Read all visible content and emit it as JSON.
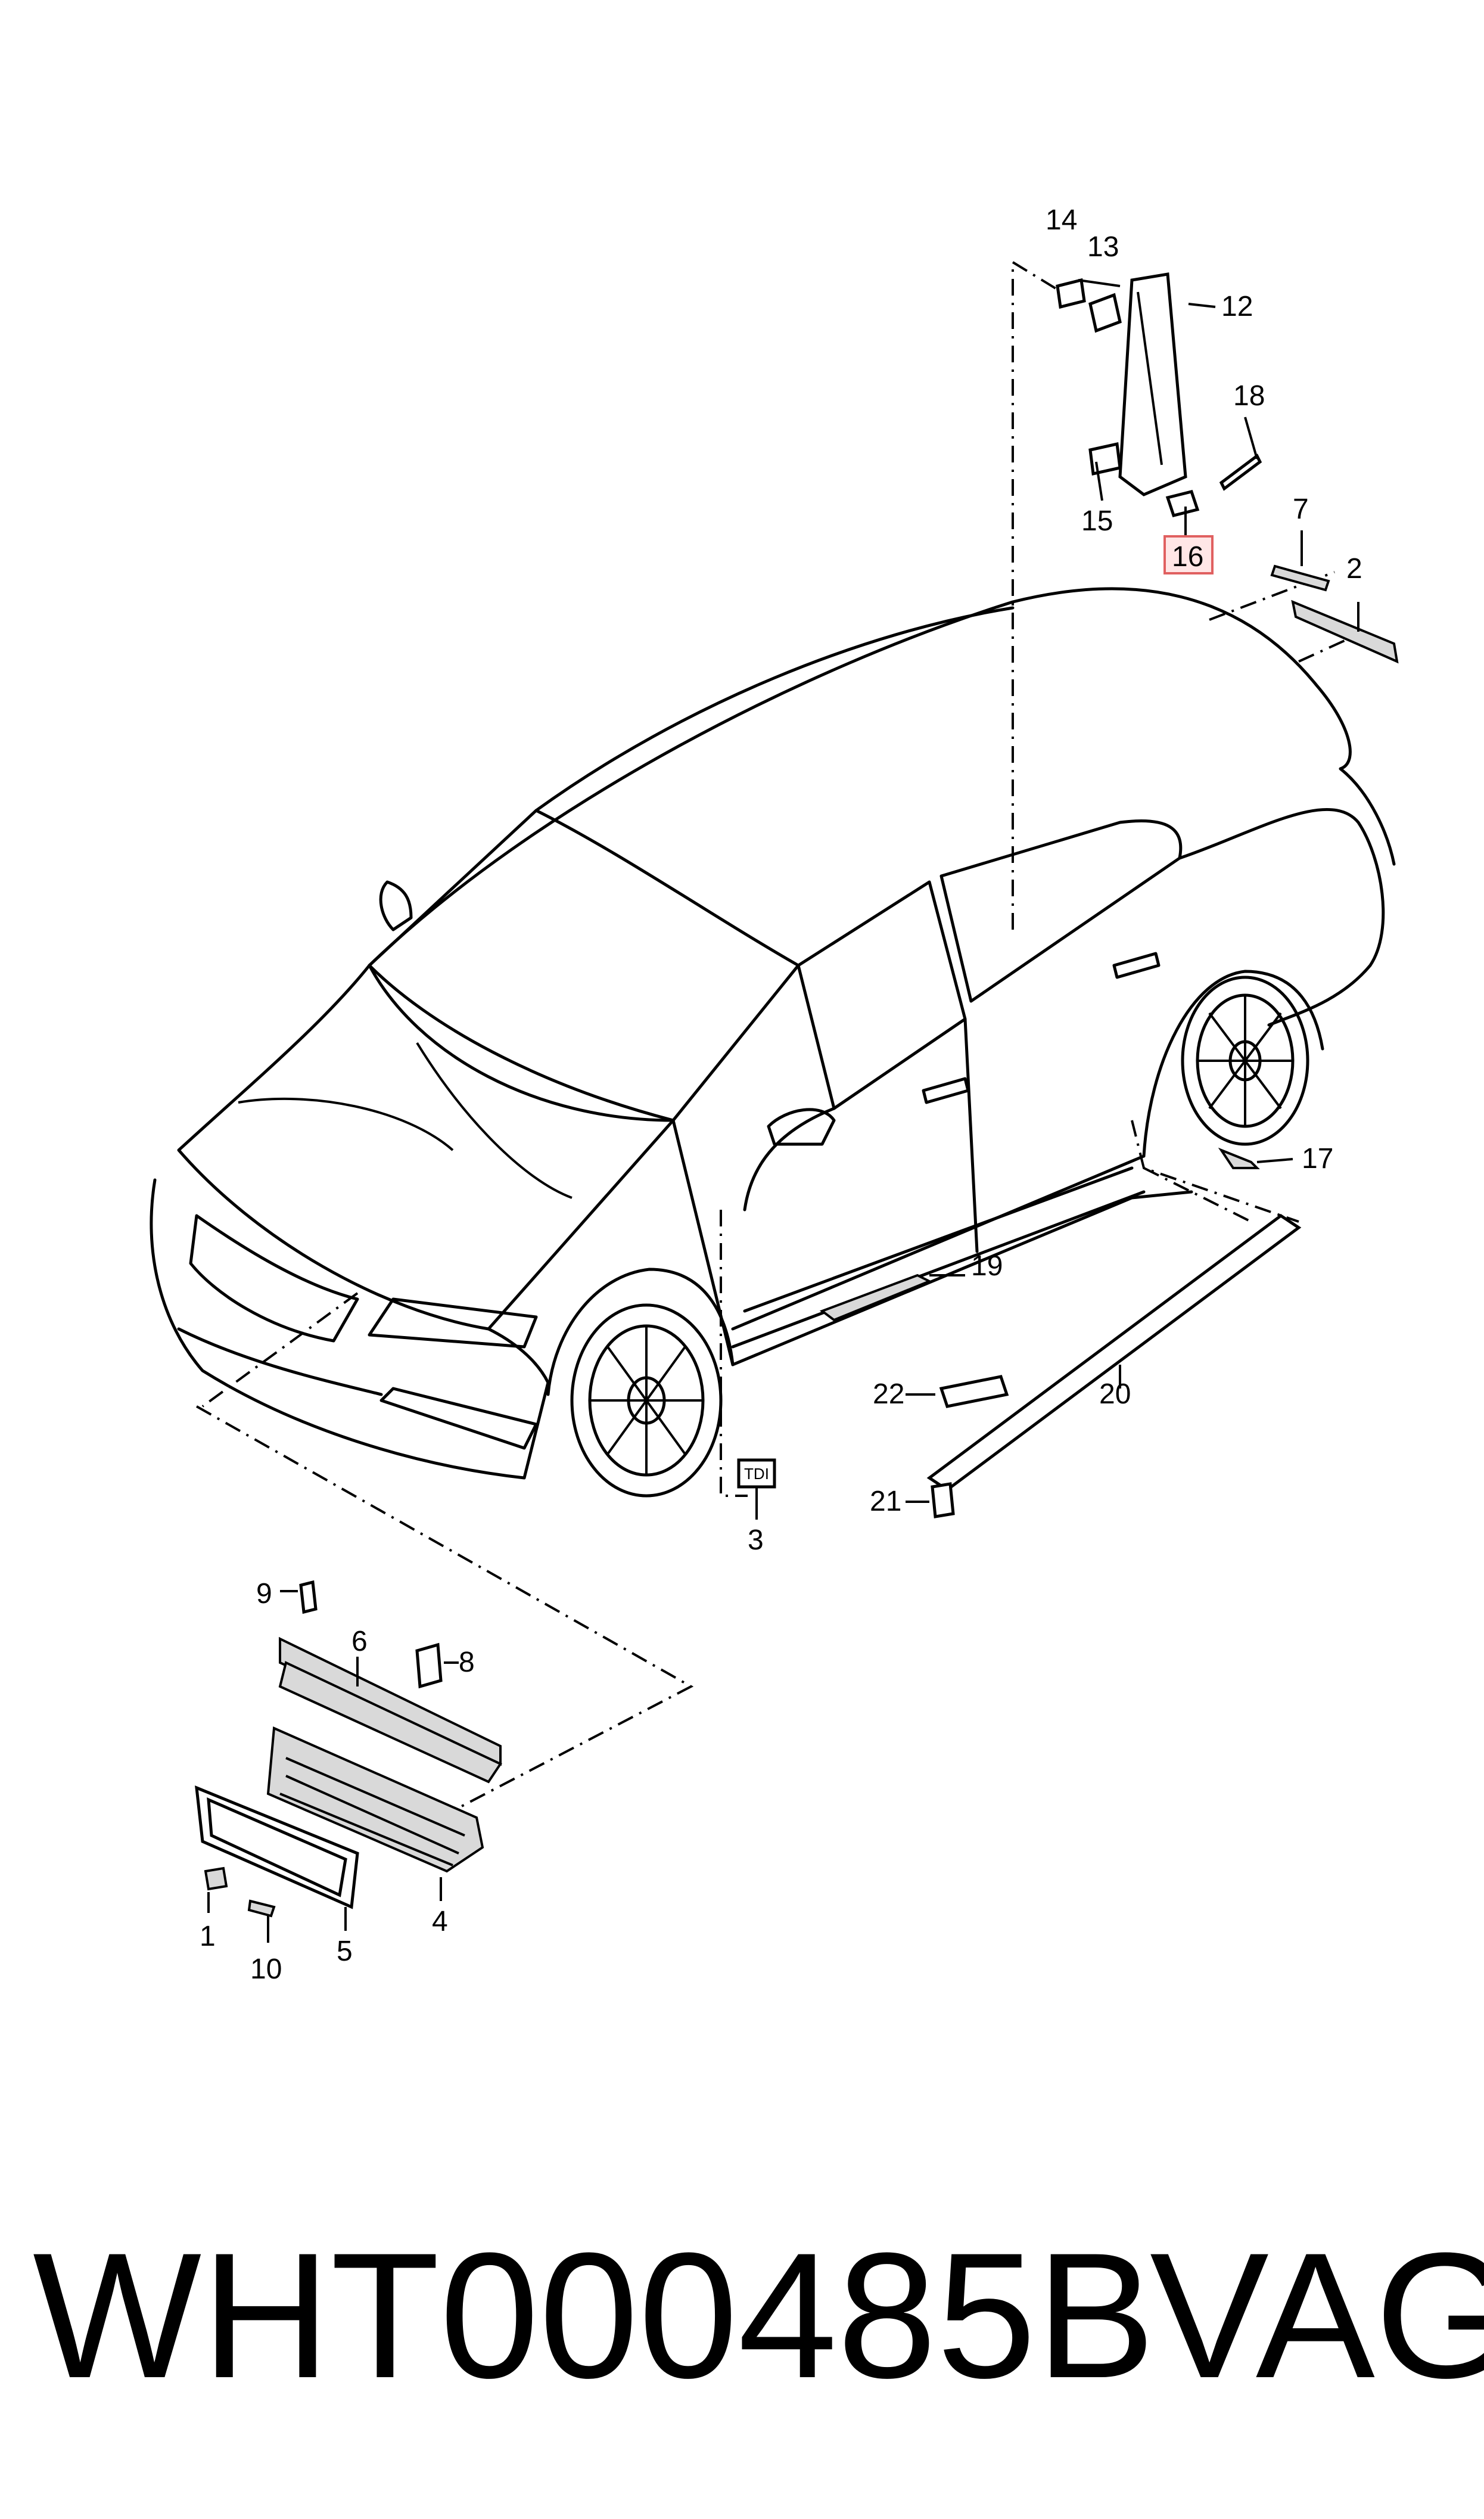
{
  "footer": {
    "part_number": "WHT000485B",
    "brand": "VAG"
  },
  "callouts": [
    {
      "id": "1",
      "label": "1"
    },
    {
      "id": "2",
      "label": "2"
    },
    {
      "id": "3",
      "label": "3"
    },
    {
      "id": "4",
      "label": "4"
    },
    {
      "id": "5",
      "label": "5"
    },
    {
      "id": "6",
      "label": "6"
    },
    {
      "id": "7",
      "label": "7"
    },
    {
      "id": "8",
      "label": "8"
    },
    {
      "id": "9",
      "label": "9"
    },
    {
      "id": "10",
      "label": "10"
    },
    {
      "id": "12",
      "label": "12"
    },
    {
      "id": "13",
      "label": "13"
    },
    {
      "id": "14",
      "label": "14"
    },
    {
      "id": "15",
      "label": "15"
    },
    {
      "id": "16",
      "label": "16",
      "highlighted": true
    },
    {
      "id": "17",
      "label": "17"
    },
    {
      "id": "18",
      "label": "18"
    },
    {
      "id": "19",
      "label": "19"
    },
    {
      "id": "20",
      "label": "20"
    },
    {
      "id": "21",
      "label": "21"
    },
    {
      "id": "22",
      "label": "22"
    }
  ],
  "badge_text": "TDI",
  "colors": {
    "line": "#000000",
    "highlight_fill": "#ffe6e6",
    "highlight_border": "#e06060",
    "background": "#ffffff"
  }
}
